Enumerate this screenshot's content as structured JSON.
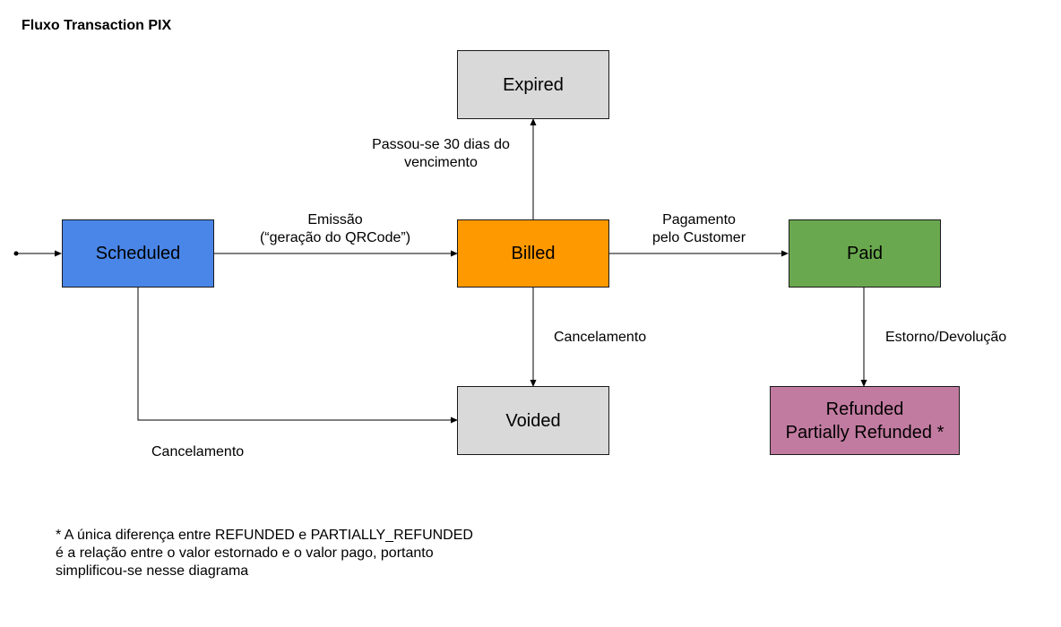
{
  "title": "Fluxo Transaction PIX",
  "colors": {
    "scheduled": "#4a86e8",
    "billed": "#ff9900",
    "paid": "#6aa84f",
    "refunded": "#c27ba0",
    "neutral": "#d9d9d9",
    "line": "#000000"
  },
  "nodes": {
    "expired": "Expired",
    "scheduled": "Scheduled",
    "billed": "Billed",
    "paid": "Paid",
    "voided": "Voided",
    "refunded_line1": "Refunded",
    "refunded_line2": "Partially Refunded *"
  },
  "edges": {
    "emissao_line1": "Emissão",
    "emissao_line2": "(“geração do QRCode”)",
    "expiry_line1": "Passou-se 30 dias do",
    "expiry_line2": "vencimento",
    "pagamento_line1": "Pagamento",
    "pagamento_line2": "pelo Customer",
    "cancel_billed": "Cancelamento",
    "cancel_scheduled": "Cancelamento",
    "estorno": "Estorno/Devolução"
  },
  "footnote": {
    "line1": "* A única diferença entre REFUNDED e PARTIALLY_REFUNDED",
    "line2": "é a relação entre o valor estornado e o valor pago, portanto",
    "line3": "simplificou-se nesse diagrama"
  }
}
